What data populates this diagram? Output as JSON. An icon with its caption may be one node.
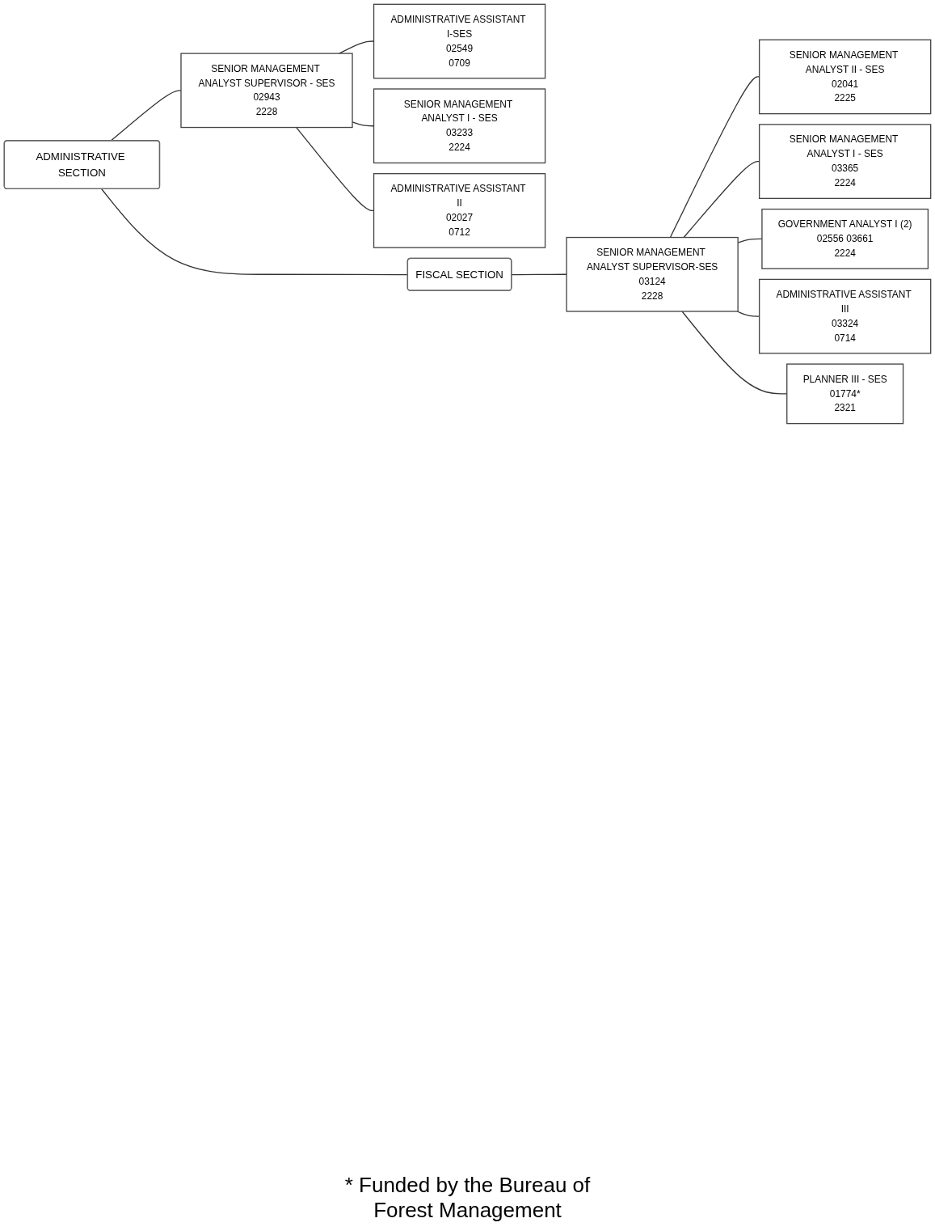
{
  "diagram": {
    "nodes": [
      {
        "text": [
          "ADMINISTRATIVE SECTION"
        ]
      },
      {
        "text": [
          "SENIOR MANAGEMENT ANALYST SUPERVISOR - SES",
          "02943",
          "2228"
        ]
      },
      {
        "text": [
          "ADMINISTRATIVE ASSISTANT I-SES",
          "02549",
          "0709"
        ]
      },
      {
        "text": [
          "SENIOR MANAGEMENT ANALYST I - SES",
          "03233",
          "2224"
        ]
      },
      {
        "text": [
          "ADMINISTRATIVE ASSISTANT II",
          "02027",
          "0712"
        ]
      },
      {
        "text": [
          "FISCAL SECTION"
        ]
      },
      {
        "text": [
          "SENIOR MANAGEMENT ANALYST SUPERVISOR-SES",
          "03124",
          "2228"
        ]
      },
      {
        "text": [
          "SENIOR MANAGEMENT ANALYST II - SES",
          "02041",
          "2225"
        ]
      },
      {
        "text": [
          "SENIOR MANAGEMENT ANALYST I - SES",
          "03365",
          "2224"
        ]
      },
      {
        "text": [
          "GOVERNMENT ANALYST I (2)",
          "02556 03661",
          "2224"
        ]
      },
      {
        "text": [
          "ADMINISTRATIVE ASSISTANT III",
          "03324",
          "0714"
        ]
      },
      {
        "text": [
          "PLANNER III - SES",
          "01774*",
          "2321"
        ]
      }
    ],
    "edges": [
      {
        "from": 0,
        "to": 5,
        "arrow": "none"
      },
      {
        "from": 0,
        "to": 1,
        "arrow": "none"
      },
      {
        "from": 1,
        "to": 2,
        "arrow": "none"
      },
      {
        "from": 1,
        "to": 3,
        "arrow": "none"
      },
      {
        "from": 1,
        "to": 4,
        "arrow": "none"
      },
      {
        "from": 5,
        "to": 6,
        "arrow": "none"
      },
      {
        "from": 6,
        "to": 7,
        "arrow": "none"
      },
      {
        "from": 6,
        "to": 8,
        "arrow": "none"
      },
      {
        "from": 6,
        "to": 9,
        "arrow": "none"
      },
      {
        "from": 6,
        "to": 10,
        "arrow": "none"
      },
      {
        "from": 6,
        "to": 11,
        "arrow": "none"
      }
    ],
    "labels": [
      "* Funded by the Bureau of Forest Management"
    ]
  }
}
